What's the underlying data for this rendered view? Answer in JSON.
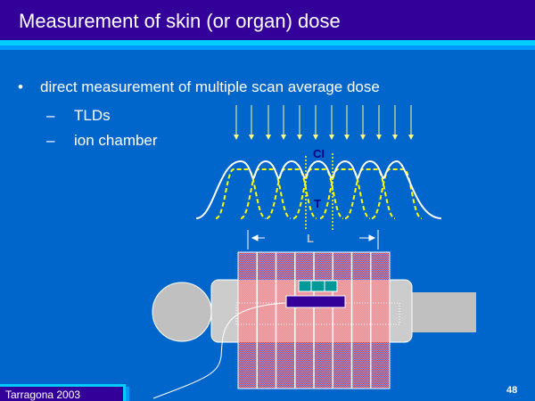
{
  "title": "Measurement of skin (or organ) dose",
  "bullets": [
    {
      "marker": "•",
      "text": "direct measurement of multiple scan average dose"
    },
    {
      "marker": "–",
      "text": "TLDs"
    },
    {
      "marker": "–",
      "text": "ion chamber"
    }
  ],
  "diagram": {
    "label_ci": "CI",
    "label_t": "T",
    "label_l": "L"
  },
  "footer": {
    "text": "Tarragona 2003",
    "page": "48"
  },
  "colors": {
    "background": "#0066CC",
    "header": "#330099",
    "accent": "#00CCFF",
    "beam": "#FFFF66",
    "profile": "#FFFF00"
  }
}
